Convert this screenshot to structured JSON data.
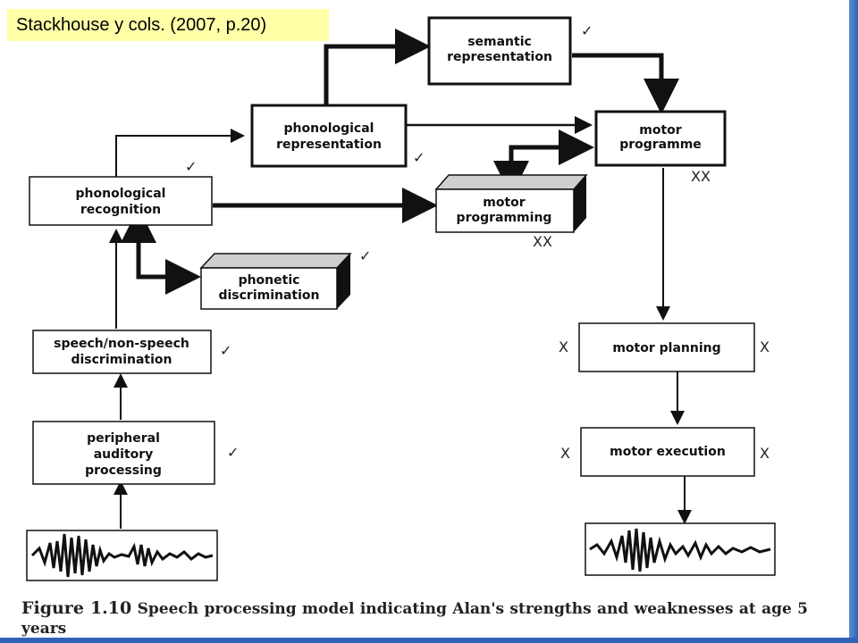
{
  "citation": "Stackhouse y cols. (2007, p.20)",
  "boxes": {
    "semantic": [
      "semantic",
      "representation"
    ],
    "phonological_rep": [
      "phonological",
      "representation"
    ],
    "motor_programme": [
      "motor",
      "programme"
    ],
    "phonological_recog": [
      "phonological",
      "recognition"
    ],
    "motor_programming": [
      "motor",
      "programming"
    ],
    "phonetic": [
      "phonetic",
      "discrimination"
    ],
    "speech_nonspeech": [
      "speech/non-speech",
      "discrimination"
    ],
    "peripheral": [
      "peripheral",
      "auditory",
      "processing"
    ],
    "motor_planning": [
      "motor planning"
    ],
    "motor_execution": [
      "motor execution"
    ]
  },
  "marks": {
    "check": "✓",
    "single_x": "X",
    "double_x": "XX"
  },
  "caption": {
    "figure_label": "Figure 1.10",
    "text": "Speech processing model indicating Alan's strengths and weaknesses at age 5 years"
  }
}
